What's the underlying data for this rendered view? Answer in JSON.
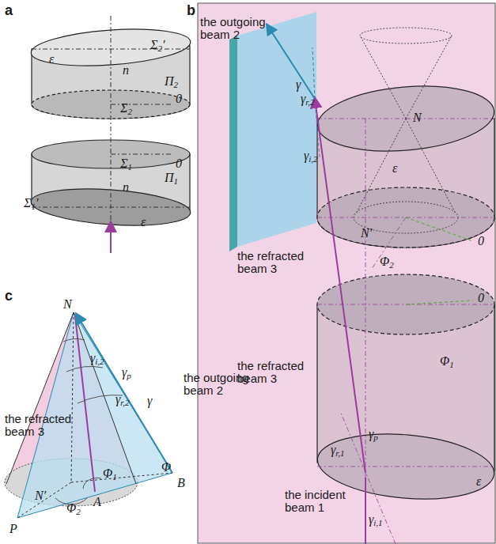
{
  "diagram": {
    "labels": [
      "a",
      "Σ2′",
      "ε",
      "n",
      "Σ2",
      "Π2",
      "0",
      "Σ1",
      "0",
      "Π1",
      "n",
      "ε",
      "Σ1′",
      "b",
      "the outgoing beam 2",
      "γ",
      "γr,2",
      "N",
      "γi,2",
      "ε",
      "the refracted beam 3",
      "N′",
      "Φ2",
      "0",
      "0",
      "the refracted beam 3",
      "Φ1",
      "γp",
      "γr,1",
      "ε",
      "γi,1",
      "the incident beam 1",
      "c",
      "N",
      "γi,2",
      "the outgoing beam 2",
      "γp",
      "γr,2",
      "γ",
      "the refracted beam 3",
      "Φ1",
      "Φ",
      "B",
      "N′",
      "A",
      "Φ2",
      "P"
    ]
  }
}
